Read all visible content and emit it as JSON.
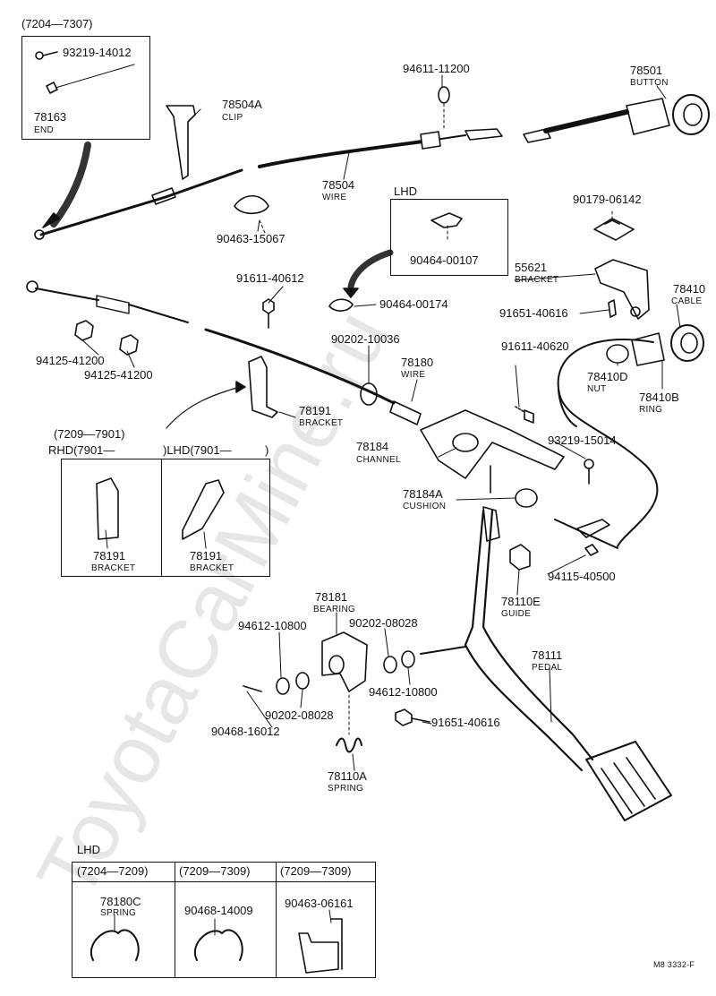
{
  "watermark": "ToyotaCarMine.ru",
  "footer_code": "M8  3332-F",
  "inset_top_left": {
    "range": "(7204—7307)",
    "bolt": "93219-14012",
    "end_part": "78163",
    "end_name": "END"
  },
  "parts": {
    "p78504A": "78504A",
    "p78504A_name": "CLIP",
    "p94611": "94611-11200",
    "p78501": "78501",
    "p78501_name": "BUTTON",
    "p78504": "78504",
    "p78504_name": "WIRE",
    "p90463_15067": "90463-15067",
    "lhd": "LHD",
    "p90464_00107": "90464-00107",
    "p90179": "90179-06142",
    "p55621": "55621",
    "p55621_name": "BRACKET",
    "p91611_40612": "91611-40612",
    "p90464_00174": "90464-00174",
    "p91651_40616_top": "91651-40616",
    "p78410": "78410",
    "p78410_name": "CABLE",
    "p94125_a": "94125-41200",
    "p94125_b": "94125-41200",
    "p90202_10036": "90202-10036",
    "p78180": "78180",
    "p78180_name": "WIRE",
    "p91611_40620": "91611-40620",
    "p78410D": "78410D",
    "p78410D_name": "NUT",
    "p78410B": "78410B",
    "p78410B_name": "RING",
    "p78191": "78191",
    "p78191_name": "BRACKET",
    "range_7209_7901": "(7209—7901)",
    "rhd_7901": "RHD(7901—",
    "lhd_7901": ")LHD(7901—",
    "lhd_7901_end": ")",
    "p78184": "78184",
    "p78184_name": "CHANNEL",
    "p93219_15014": "93219-15014",
    "p78191_rhd": "78191",
    "p78191_rhd_name": "BRACKET",
    "p78191_lhd": "78191",
    "p78191_lhd_name": "BRACKET",
    "p78184A": "78184A",
    "p78184A_name": "CUSHION",
    "p94115": "94115-40500",
    "p78110E": "78110E",
    "p78110E_name": "GUIDE",
    "p78181": "78181",
    "p78181_name": "BEARING",
    "p94612_a": "94612-10800",
    "p90202_08028_a": "90202-08028",
    "p78111": "78111",
    "p78111_name": "PEDAL",
    "p94612_b": "94612-10800",
    "p90202_08028_b": "90202-08028",
    "p91651_40616_bot": "91651-40616",
    "p90468_16012": "90468-16012",
    "p78110A": "78110A",
    "p78110A_name": "SPRING"
  },
  "bottom_inset": {
    "title": "LHD",
    "cols": [
      {
        "range": "(7204—7209)",
        "part": "78180C",
        "name": "SPRING"
      },
      {
        "range": "(7209—7309)",
        "part": "90468-14009",
        "name": ""
      },
      {
        "range": "(7209—7309)",
        "part": "90463-06161",
        "name": ""
      }
    ]
  }
}
